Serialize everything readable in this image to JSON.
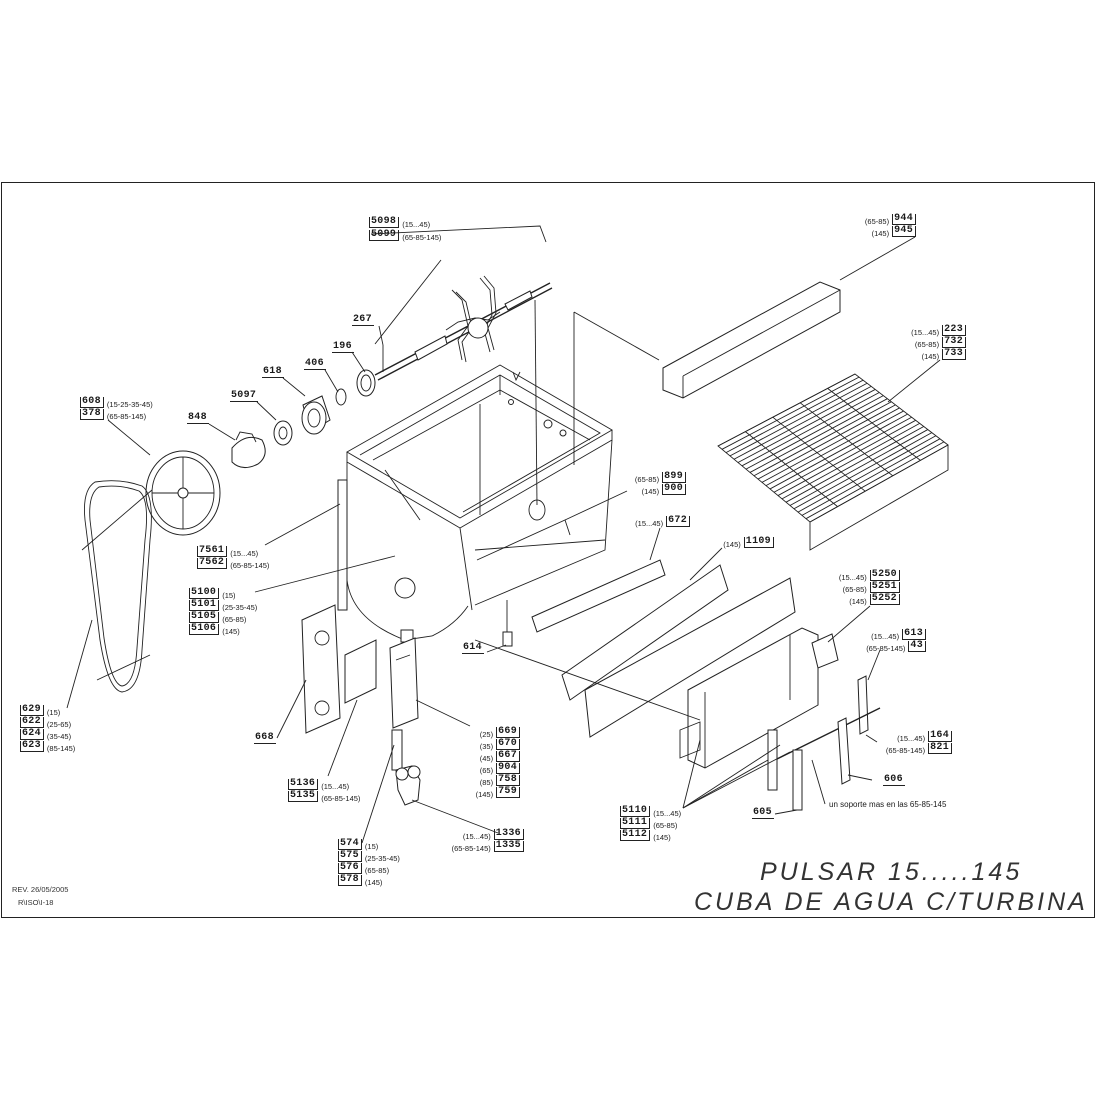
{
  "title": {
    "line1": "PULSAR 15.....145",
    "line2": "CUBA DE AGUA C/TURBINA"
  },
  "revision": "REV. 26/05/2005",
  "file_ref": "R\\ISO\\I-18",
  "support_note": "un soporte mas en las 65-85-145",
  "callouts": {
    "c5098": {
      "code": "5098",
      "note": "(15...45)"
    },
    "c5099": {
      "code": "5099",
      "note": "(65-85-145)"
    },
    "c267": {
      "code": "267"
    },
    "c196": {
      "code": "196"
    },
    "c406": {
      "code": "406"
    },
    "c618": {
      "code": "618"
    },
    "c5097": {
      "code": "5097"
    },
    "c848": {
      "code": "848"
    },
    "c608": {
      "code": "608",
      "note": "(15-25-35-45)"
    },
    "c378": {
      "code": "378",
      "note": "(65-85-145)"
    },
    "c944": {
      "code": "944",
      "note": "(65-85)"
    },
    "c945": {
      "code": "945",
      "note": "(145)"
    },
    "c223": {
      "code": "223",
      "note": "(15...45)"
    },
    "c732": {
      "code": "732",
      "note": "(65-85)"
    },
    "c733": {
      "code": "733",
      "note": "(145)"
    },
    "c899": {
      "code": "899",
      "note": "(65-85)"
    },
    "c900": {
      "code": "900",
      "note": "(145)"
    },
    "c672": {
      "code": "672",
      "note": "(15...45)"
    },
    "c1109": {
      "code": "1109",
      "note": "(145)"
    },
    "c7561": {
      "code": "7561",
      "note": "(15...45)"
    },
    "c7562": {
      "code": "7562",
      "note": "(65-85-145)"
    },
    "c5100": {
      "code": "5100",
      "note": "(15)"
    },
    "c5101": {
      "code": "5101",
      "note": "(25-35-45)"
    },
    "c5105": {
      "code": "5105",
      "note": "(65-85)"
    },
    "c5106": {
      "code": "5106",
      "note": "(145)"
    },
    "c5250": {
      "code": "5250",
      "note": "(15...45)"
    },
    "c5251": {
      "code": "5251",
      "note": "(65-85)"
    },
    "c5252": {
      "code": "5252",
      "note": "(145)"
    },
    "c613": {
      "code": "613",
      "note": "(15...45)"
    },
    "c43": {
      "code": "43",
      "note": "(65-85-145)"
    },
    "c614": {
      "code": "614"
    },
    "c629": {
      "code": "629",
      "note": "(15)"
    },
    "c622": {
      "code": "622",
      "note": "(25-65)"
    },
    "c624": {
      "code": "624",
      "note": "(35-45)"
    },
    "c623": {
      "code": "623",
      "note": "(85-145)"
    },
    "c668": {
      "code": "668"
    },
    "c669": {
      "code": "669",
      "note": "(25)"
    },
    "c670": {
      "code": "670",
      "note": "(35)"
    },
    "c667": {
      "code": "667",
      "note": "(45)"
    },
    "c904": {
      "code": "904",
      "note": "(65)"
    },
    "c758": {
      "code": "758",
      "note": "(85)"
    },
    "c759": {
      "code": "759",
      "note": "(145)"
    },
    "c164": {
      "code": "164",
      "note": "(15...45)"
    },
    "c821": {
      "code": "821",
      "note": "(65-85-145)"
    },
    "c606": {
      "code": "606"
    },
    "c5136": {
      "code": "5136",
      "note": "(15...45)"
    },
    "c5135": {
      "code": "5135",
      "note": "(65-85-145)"
    },
    "c5110": {
      "code": "5110",
      "note": "(15...45)"
    },
    "c5111": {
      "code": "5111",
      "note": "(65-85)"
    },
    "c5112": {
      "code": "5112",
      "note": "(145)"
    },
    "c605": {
      "code": "605"
    },
    "c1336": {
      "code": "1336",
      "note": "(15...45)"
    },
    "c1335": {
      "code": "1335",
      "note": "(65-85-145)"
    },
    "c574": {
      "code": "574",
      "note": "(15)"
    },
    "c575": {
      "code": "575",
      "note": "(25-35-45)"
    },
    "c576": {
      "code": "576",
      "note": "(65-85)"
    },
    "c578": {
      "code": "578",
      "note": "(145)"
    }
  }
}
